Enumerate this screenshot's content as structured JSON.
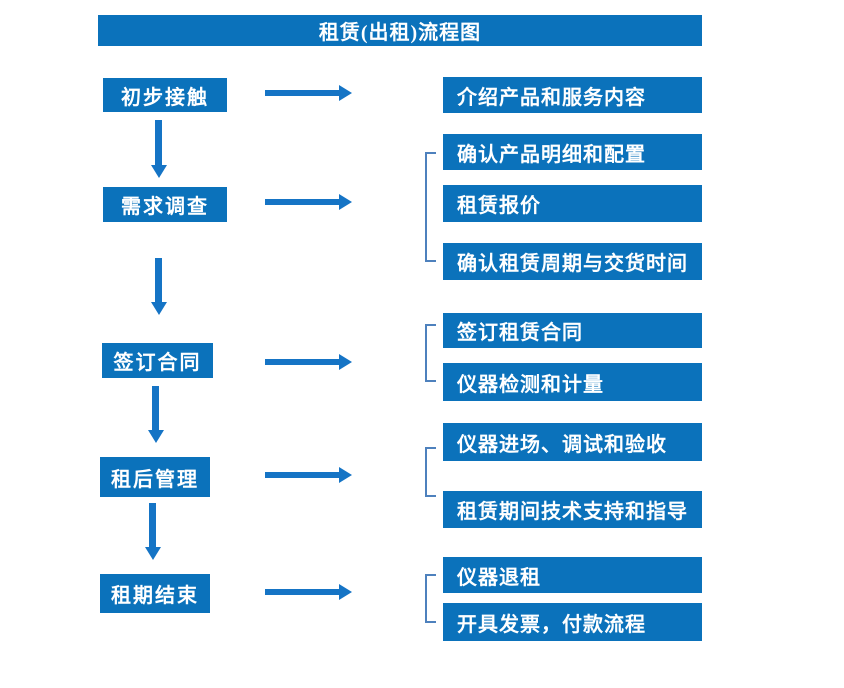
{
  "title": "租赁(出租)流程图",
  "colors": {
    "box_blue": "#0b72bb",
    "arrow_blue": "#1574c5",
    "bracket_blue": "#4e81bd"
  },
  "flow": [
    {
      "step": "初步接触",
      "details": [
        "介绍产品和服务内容"
      ]
    },
    {
      "step": "需求调查",
      "details": [
        "确认产品明细和配置",
        "租赁报价",
        "确认租赁周期与交货时间"
      ]
    },
    {
      "step": "签订合同",
      "details": [
        "签订租赁合同",
        "仪器检测和计量"
      ]
    },
    {
      "step": "租后管理",
      "details": [
        "仪器进场、调试和验收",
        "租赁期间技术支持和指导"
      ]
    },
    {
      "step": "租期结束",
      "details": [
        "仪器退租",
        "开具发票，付款流程"
      ]
    }
  ]
}
